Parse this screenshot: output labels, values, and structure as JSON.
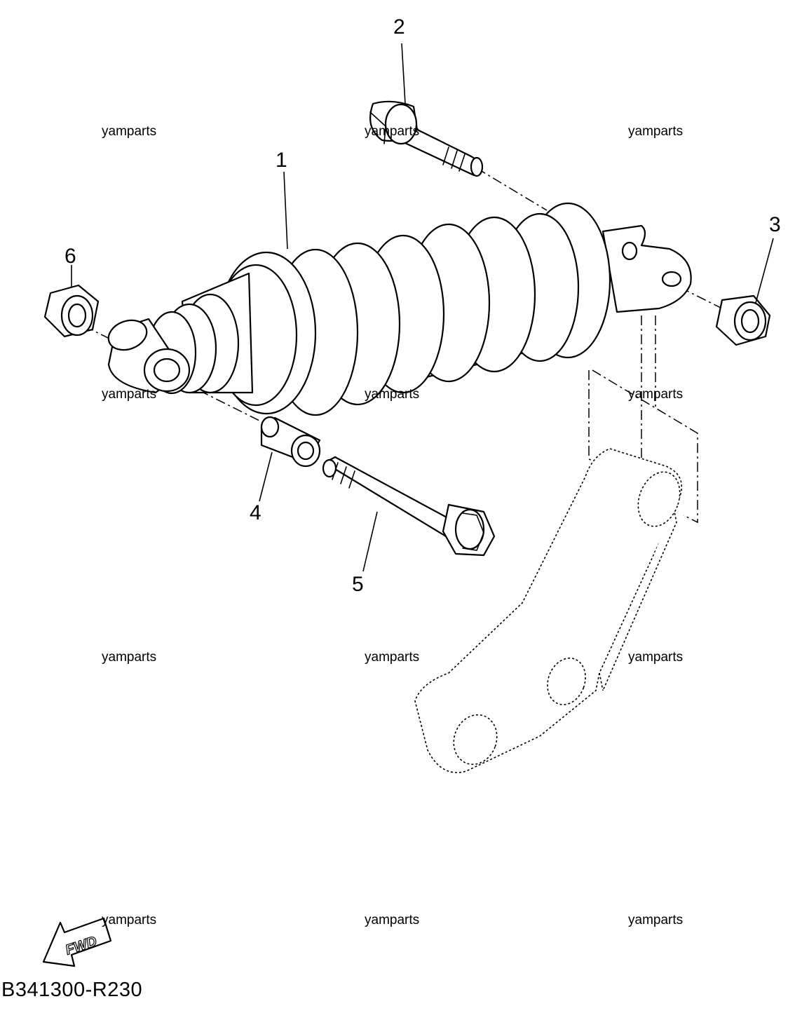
{
  "diagram_code": "B341300-R230",
  "watermark": "yamparts",
  "fwd_label": "FWD",
  "callouts": [
    {
      "id": "1",
      "label": "1"
    },
    {
      "id": "2",
      "label": "2"
    },
    {
      "id": "3",
      "label": "3"
    },
    {
      "id": "4",
      "label": "4"
    },
    {
      "id": "5",
      "label": "5"
    },
    {
      "id": "6",
      "label": "6"
    }
  ]
}
